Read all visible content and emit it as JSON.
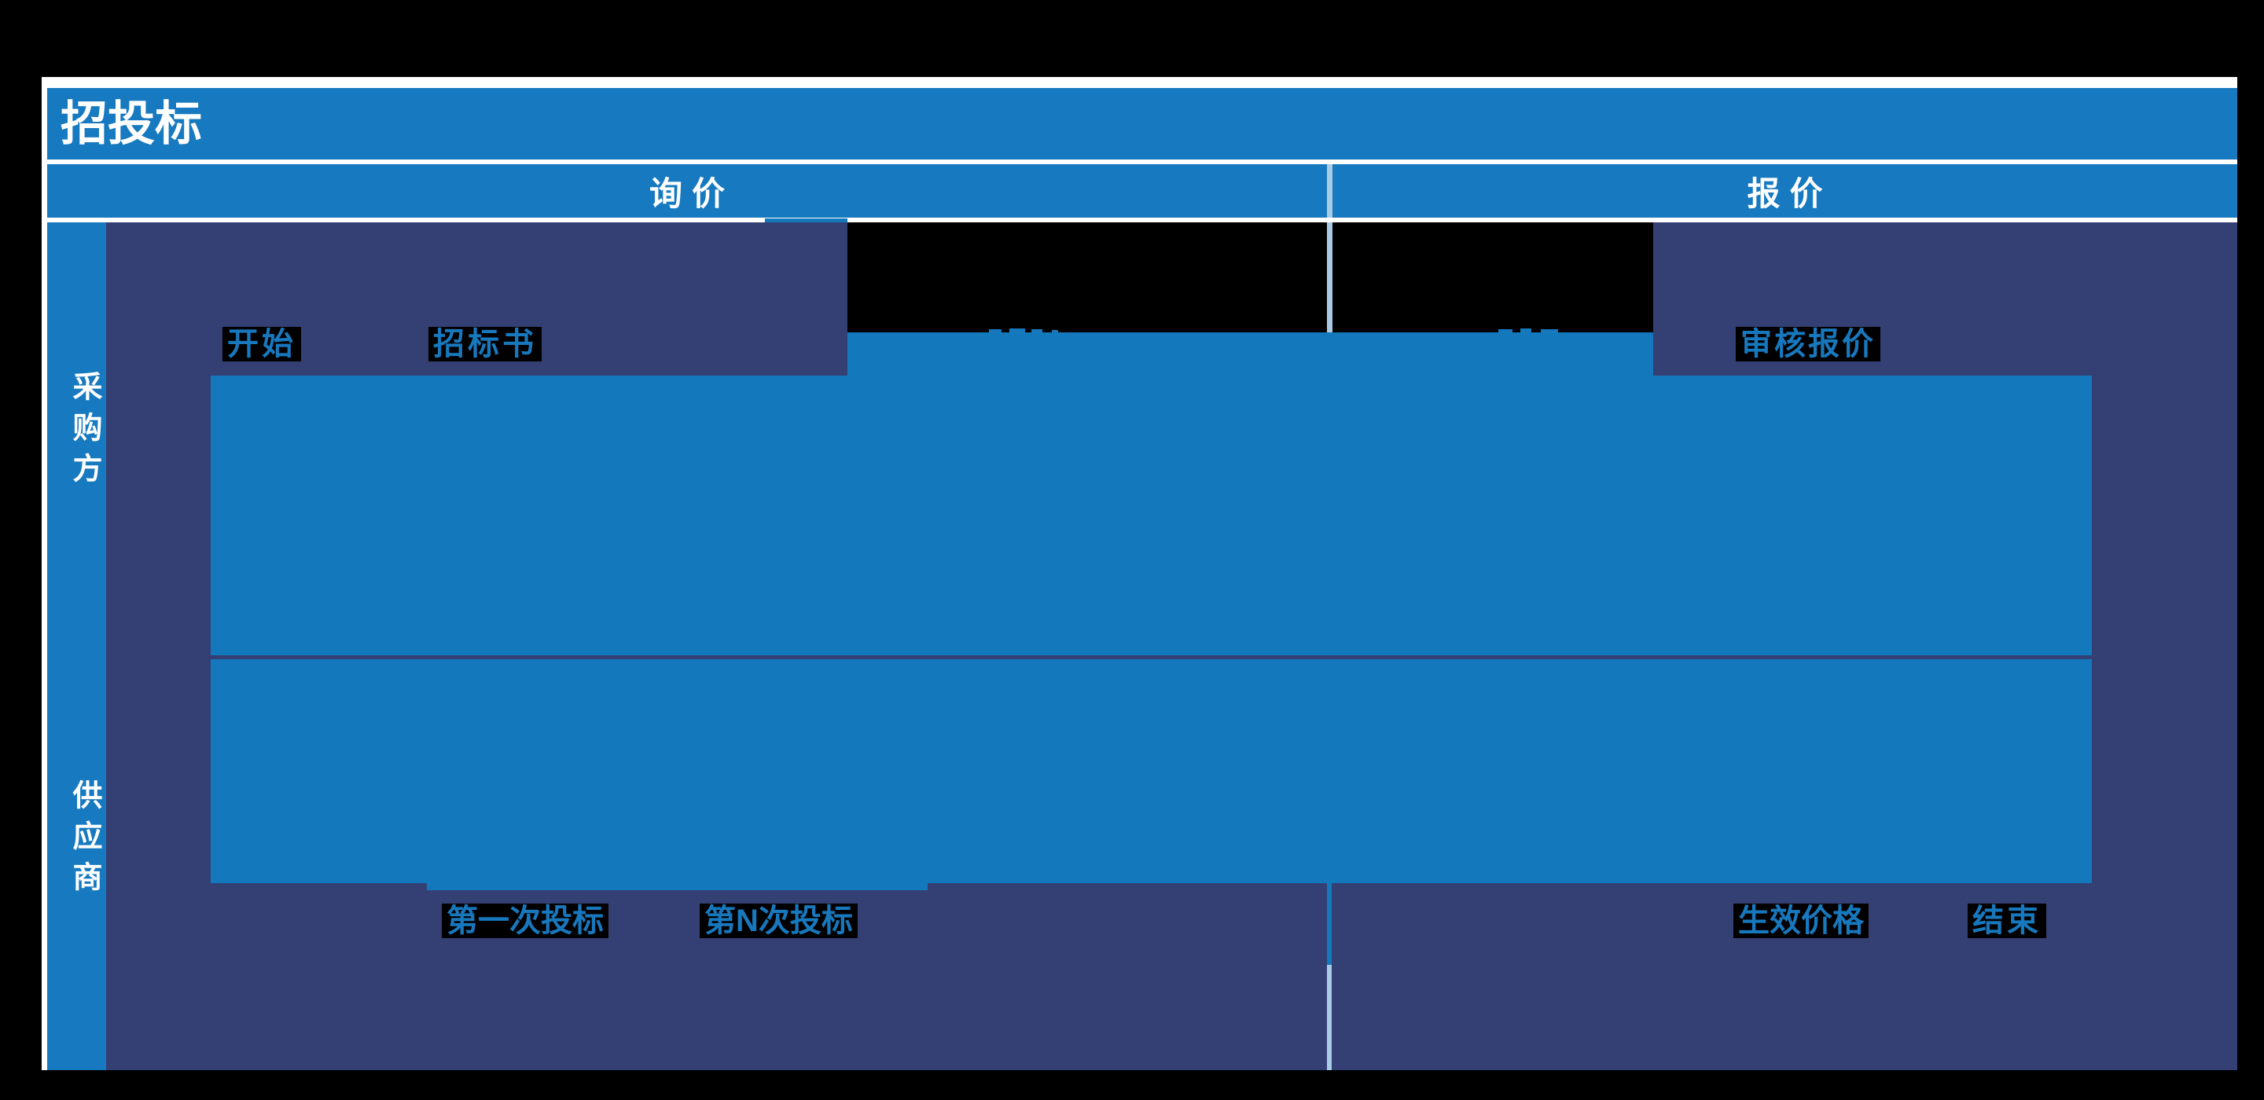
{
  "title": "招投标",
  "columns": {
    "inquiry": "询价",
    "quote": "报价"
  },
  "lanes": {
    "purchaser": "采购方",
    "supplier": "供应商"
  },
  "nodes": {
    "start": "开始",
    "tender_doc": "招标书",
    "review_quote": "审核报价",
    "first_bid": "第一次投标",
    "nth_bid": "第N次投标",
    "effective_price": "生效价格",
    "end": "结束"
  },
  "colors": {
    "header_blue": "#1779bf",
    "overlay_blue": "#1478bc",
    "canvas_navy": "#344073",
    "divider_light_blue": "#a9cbe5",
    "label_text_blue": "#1878be",
    "occlusion_black": "#000000",
    "border_white": "#ffffff"
  }
}
